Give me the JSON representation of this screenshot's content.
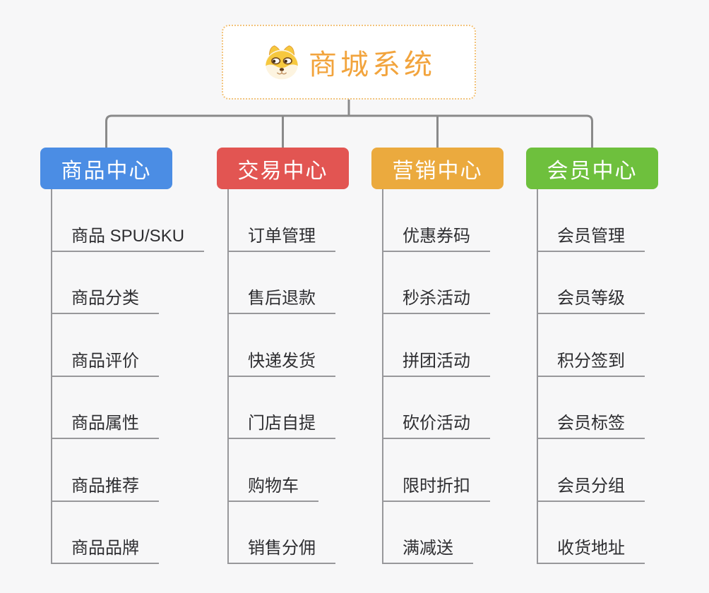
{
  "root": {
    "title": "商城系统",
    "icon": "shiba-dog-icon",
    "accent_color": "#f2a43d",
    "border_color": "#f2c37b"
  },
  "connector_color": "#8a8a8a",
  "child_line_color": "#98989b",
  "branches": [
    {
      "label": "商品中心",
      "color": "#4b8de4",
      "children": [
        "商品 SPU/SKU",
        "商品分类",
        "商品评价",
        "商品属性",
        "商品推荐",
        "商品品牌"
      ]
    },
    {
      "label": "交易中心",
      "color": "#e25552",
      "children": [
        "订单管理",
        "售后退款",
        "快递发货",
        "门店自提",
        "购物车",
        "销售分佣"
      ]
    },
    {
      "label": "营销中心",
      "color": "#ebaa3e",
      "children": [
        "优惠券码",
        "秒杀活动",
        "拼团活动",
        "砍价活动",
        "限时折扣",
        "满减送"
      ]
    },
    {
      "label": "会员中心",
      "color": "#6ec03d",
      "children": [
        "会员管理",
        "会员等级",
        "积分签到",
        "会员标签",
        "会员分组",
        "收货地址"
      ]
    }
  ]
}
